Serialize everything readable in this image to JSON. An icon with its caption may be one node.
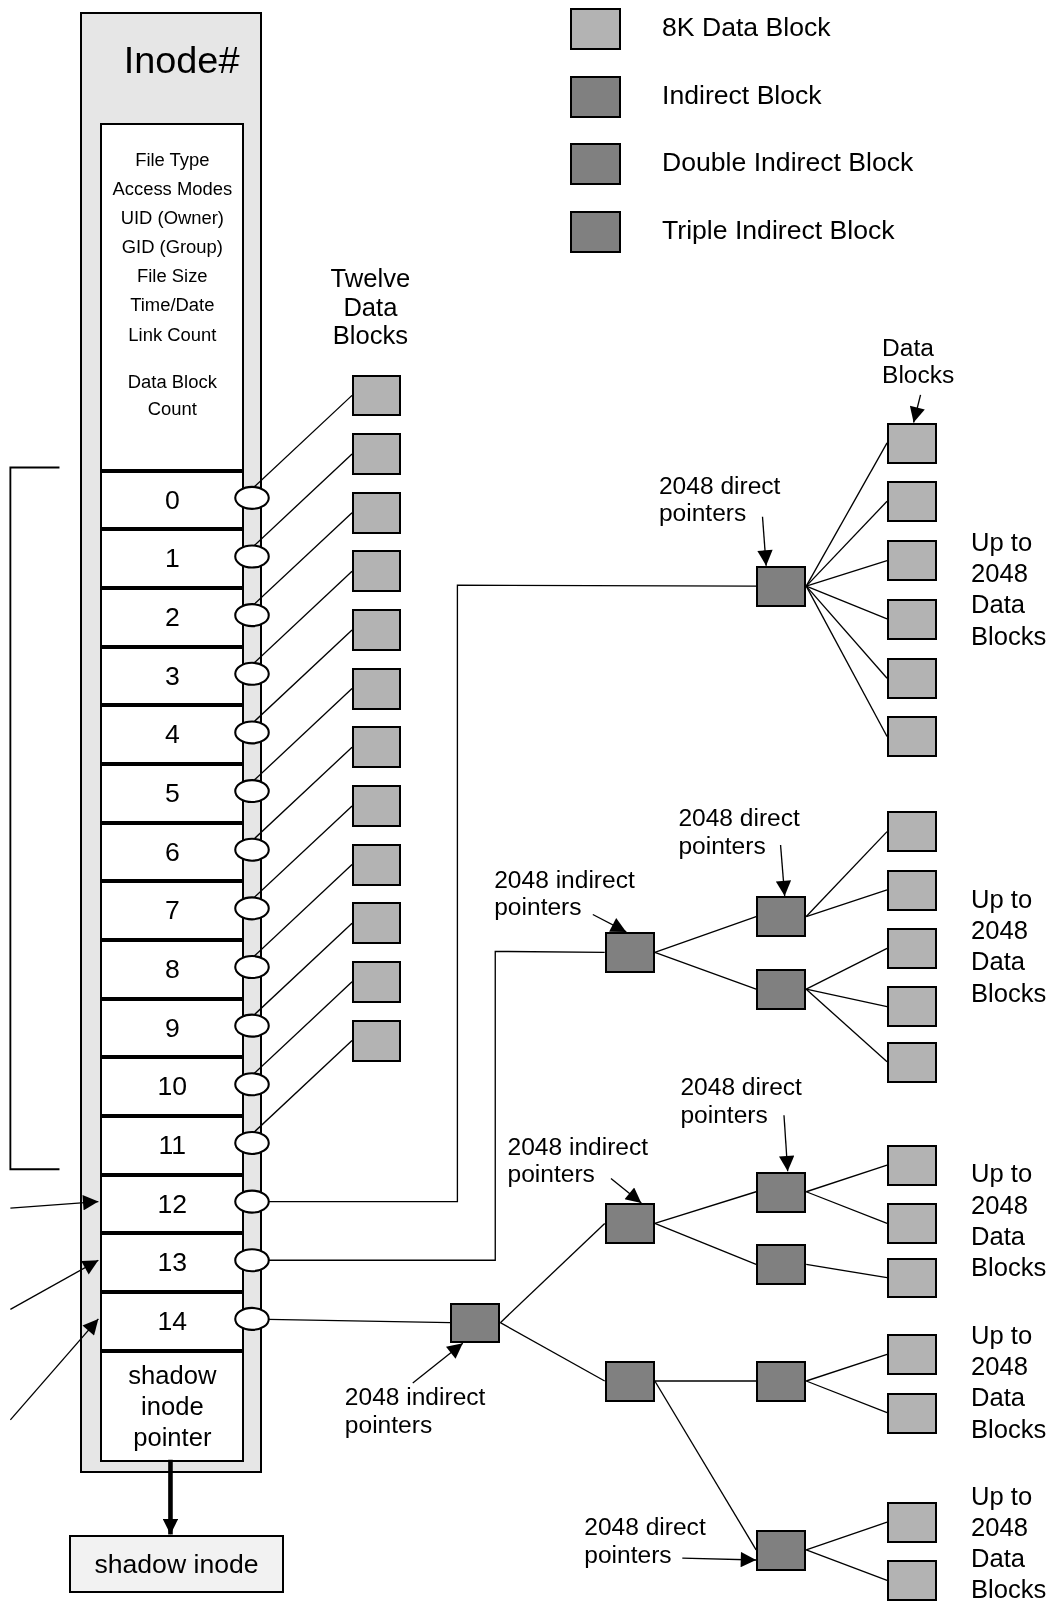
{
  "diagram": {
    "nodes": [
      {
        "text": [
          "Inode#"
        ]
      },
      {
        "text": [
          "File Type",
          "Access Modes",
          "UID (Owner)",
          "GID (Group)",
          "File Size",
          "Time/Date",
          "Link Count",
          "Data Block Count"
        ],
        "in": 0
      },
      {
        "text": [
          "0"
        ],
        "in": 0
      },
      {
        "text": [
          "1"
        ],
        "in": 0
      },
      {
        "text": [
          "2"
        ],
        "in": 0
      },
      {
        "text": [
          "3"
        ],
        "in": 0
      },
      {
        "text": [
          "4"
        ],
        "in": 0
      },
      {
        "text": [
          "5"
        ],
        "in": 0
      },
      {
        "text": [
          "6"
        ],
        "in": 0
      },
      {
        "text": [
          "7"
        ],
        "in": 0
      },
      {
        "text": [
          "8"
        ],
        "in": 0
      },
      {
        "text": [
          "9"
        ],
        "in": 0
      },
      {
        "text": [
          "10"
        ],
        "in": 0
      },
      {
        "text": [
          "11"
        ],
        "in": 0
      },
      {
        "text": [
          "12"
        ],
        "in": 0
      },
      {
        "text": [
          "13"
        ],
        "in": 0
      },
      {
        "text": [
          "14"
        ],
        "in": 0
      },
      {
        "text": [
          "shadow inode pointer"
        ],
        "in": 0
      },
      {
        "text": [
          "shadow inode"
        ]
      },
      {
        "text": [],
        "shape": "box"
      },
      {
        "text": [],
        "shape": "box"
      },
      {
        "text": [],
        "shape": "box"
      },
      {
        "text": [],
        "shape": "box"
      },
      {
        "text": [],
        "shape": "box"
      },
      {
        "text": [],
        "shape": "box"
      },
      {
        "text": [],
        "shape": "box"
      },
      {
        "text": [],
        "shape": "box"
      },
      {
        "text": [],
        "shape": "box"
      },
      {
        "text": [],
        "shape": "box"
      },
      {
        "text": [],
        "shape": "box"
      },
      {
        "text": [],
        "shape": "box"
      },
      {
        "text": [],
        "shape": "box"
      },
      {
        "text": [],
        "shape": "box"
      },
      {
        "text": [],
        "shape": "box"
      },
      {
        "text": [],
        "shape": "box"
      },
      {
        "text": [],
        "shape": "box"
      },
      {
        "text": [],
        "shape": "box"
      },
      {
        "text": [],
        "shape": "box"
      },
      {
        "text": [],
        "shape": "box"
      },
      {
        "text": [],
        "shape": "box"
      },
      {
        "text": [],
        "shape": "box"
      },
      {
        "text": [],
        "shape": "box"
      },
      {
        "text": [],
        "shape": "box"
      },
      {
        "text": [],
        "shape": "box"
      },
      {
        "text": [],
        "shape": "box"
      },
      {
        "text": [],
        "shape": "box"
      },
      {
        "text": [],
        "shape": "box"
      },
      {
        "text": [],
        "shape": "box"
      },
      {
        "text": [],
        "shape": "box"
      },
      {
        "text": [],
        "shape": "box"
      },
      {
        "text": [],
        "shape": "box"
      },
      {
        "text": [],
        "shape": "box"
      },
      {
        "text": [],
        "shape": "box"
      },
      {
        "text": [],
        "shape": "box"
      },
      {
        "text": [],
        "shape": "box"
      },
      {
        "text": [],
        "shape": "box"
      },
      {
        "text": [],
        "shape": "box"
      },
      {
        "text": [],
        "shape": "box"
      },
      {
        "text": [],
        "shape": "box"
      },
      {
        "text": [],
        "shape": "box"
      },
      {
        "text": [
          "Data Blocks"
        ]
      },
      {
        "text": [
          "2048 direct pointers"
        ]
      },
      {
        "text": [
          "2048 direct pointers"
        ]
      },
      {
        "text": [
          "2048 indirect pointers"
        ]
      },
      {
        "text": [
          "2048 direct pointers"
        ]
      },
      {
        "text": [
          "2048 indirect pointers"
        ]
      },
      {
        "text": [
          "2048 indirect pointers"
        ]
      },
      {
        "text": [
          "2048 direct pointers"
        ]
      }
    ],
    "edges": [
      {
        "from": 2,
        "to": 19,
        "arrow": "other"
      },
      {
        "from": 3,
        "to": 20,
        "arrow": "other"
      },
      {
        "from": 4,
        "to": 21,
        "arrow": "other"
      },
      {
        "from": 5,
        "to": 22,
        "arrow": "other"
      },
      {
        "from": 6,
        "to": 23,
        "arrow": "other"
      },
      {
        "from": 7,
        "to": 24,
        "arrow": "other"
      },
      {
        "from": 8,
        "to": 25,
        "arrow": "other"
      },
      {
        "from": 9,
        "to": 26,
        "arrow": "other"
      },
      {
        "from": 10,
        "to": 27,
        "arrow": "other"
      },
      {
        "from": 11,
        "to": 28,
        "arrow": "other"
      },
      {
        "from": 12,
        "to": 29,
        "arrow": "other"
      },
      {
        "from": 13,
        "to": 30,
        "arrow": "other"
      },
      {
        "from": 14,
        "to": 31,
        "arrow": "other"
      },
      {
        "from": 15,
        "to": 38,
        "arrow": "other"
      },
      {
        "from": 16,
        "to": 46,
        "arrow": "other"
      },
      {
        "from": 17,
        "to": 18,
        "arrow": "to",
        "style": "thick"
      },
      {
        "from": null,
        "to": 14,
        "arrow": "to"
      },
      {
        "from": null,
        "to": 15,
        "arrow": "to"
      },
      {
        "from": null,
        "to": 16,
        "arrow": "to"
      },
      {
        "from": 31,
        "to": 32,
        "arrow": "none"
      },
      {
        "from": 31,
        "to": 33,
        "arrow": "none"
      },
      {
        "from": 31,
        "to": 34,
        "arrow": "none"
      },
      {
        "from": 31,
        "to": 35,
        "arrow": "none"
      },
      {
        "from": 31,
        "to": 36,
        "arrow": "none"
      },
      {
        "from": 31,
        "to": 37,
        "arrow": "none"
      },
      {
        "from": 38,
        "to": 39,
        "arrow": "none"
      },
      {
        "from": 38,
        "to": 40,
        "arrow": "none"
      },
      {
        "from": 39,
        "to": 41,
        "arrow": "none"
      },
      {
        "from": 39,
        "to": 42,
        "arrow": "none"
      },
      {
        "from": 40,
        "to": 43,
        "arrow": "none"
      },
      {
        "from": 40,
        "to": 44,
        "arrow": "none"
      },
      {
        "from": 40,
        "to": 45,
        "arrow": "none"
      },
      {
        "from": 46,
        "to": 47,
        "arrow": "none"
      },
      {
        "from": 46,
        "to": 48,
        "arrow": "none"
      },
      {
        "from": 47,
        "to": 49,
        "arrow": "none"
      },
      {
        "from": 47,
        "to": 50,
        "arrow": "none"
      },
      {
        "from": 48,
        "to": 51,
        "arrow": "none"
      },
      {
        "from": 48,
        "to": 52,
        "arrow": "none"
      },
      {
        "from": 49,
        "to": 53,
        "arrow": "none"
      },
      {
        "from": 49,
        "to": 54,
        "arrow": "none"
      },
      {
        "from": 50,
        "to": 55,
        "arrow": "none"
      },
      {
        "from": 51,
        "to": 56,
        "arrow": "none"
      },
      {
        "from": 51,
        "to": 57,
        "arrow": "none"
      },
      {
        "from": 52,
        "to": 58,
        "arrow": "none"
      },
      {
        "from": 52,
        "to": 59,
        "arrow": "none"
      },
      {
        "from": 60,
        "to": 32,
        "arrow": "to"
      },
      {
        "from": 61,
        "to": 31,
        "arrow": "to"
      },
      {
        "from": 62,
        "to": 39,
        "arrow": "to"
      },
      {
        "from": 63,
        "to": 38,
        "arrow": "to"
      },
      {
        "from": 64,
        "to": 49,
        "arrow": "to"
      },
      {
        "from": 65,
        "to": 47,
        "arrow": "to"
      },
      {
        "from": 66,
        "to": 46,
        "arrow": "to"
      },
      {
        "from": 67,
        "to": 52,
        "arrow": "to"
      }
    ],
    "labels": [
      "Twelve Data Blocks",
      "Up to 2048 Data Blocks",
      "Up to 2048 Data Blocks",
      "Up to 2048 Data Blocks",
      "Up to 2048 Data Blocks",
      "Up to 2048 Data Blocks"
    ],
    "legend": [
      {
        "text": "8K Data Block",
        "color": "#b3b3b3"
      },
      {
        "text": "Indirect Block",
        "color": "#808080"
      },
      {
        "text": "Double Indirect Block",
        "color": "#808080"
      },
      {
        "text": "Triple Indirect Block",
        "color": "#808080"
      }
    ]
  }
}
